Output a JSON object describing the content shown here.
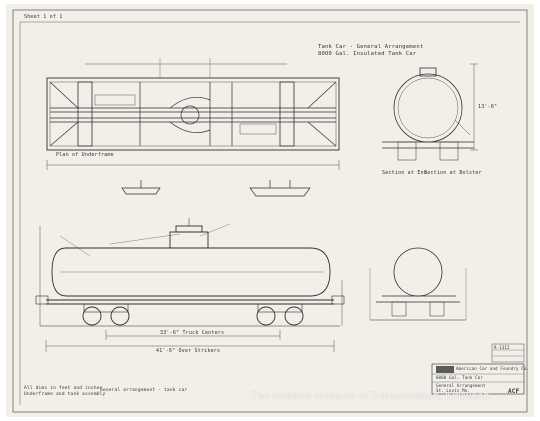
{
  "sheet": {
    "paper_color": "#f2efe8",
    "ink_color": "#2e2e2e",
    "corner_note": "Sheet 1 of 1",
    "top_heading": "Tank Car - General Arrangement",
    "top_heading_sub": "8000 Gal. Insulated Tank Car",
    "bottom_left_note_1": "All dims in feet and inches",
    "bottom_left_note_2": "Underframe and tank assembly",
    "bottom_mid_note": "General arrangement - tank car",
    "title_block": {
      "company": "American Car and Foundry Co.",
      "line_1": "8000 Gal. Tank Car",
      "line_2": "General Arrangement",
      "line_3": "St. Louis Mo.",
      "drawing_no": "R-1312",
      "logo_text": "ACF"
    },
    "labels": {
      "truck_centers": "33'-6\" Truck Centers",
      "over_strikers": "41'-6\" Over Strikers",
      "end_view_label": "Section at Bolster",
      "end_view_label_2": "Section at End",
      "plan_label": "Plan of Underframe",
      "dim_height": "13'-6\""
    }
  },
  "watermark": "The National Museum of Transportation, Kirkwood"
}
